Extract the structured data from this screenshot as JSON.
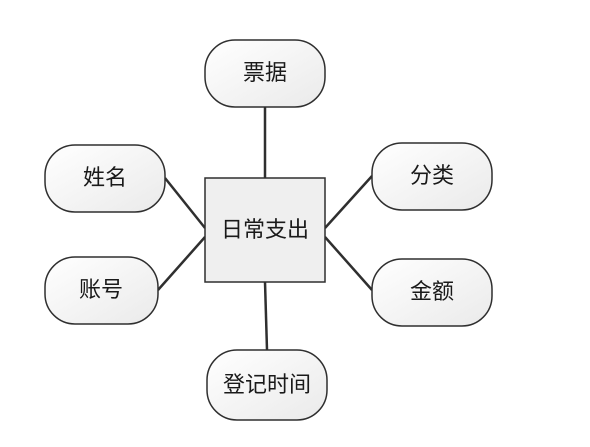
{
  "diagram": {
    "type": "entity-attribute",
    "entity": {
      "id": "entity",
      "label": "日常支出"
    },
    "attributes": [
      {
        "id": "attr-piaoju",
        "label": "票据"
      },
      {
        "id": "attr-xingming",
        "label": "姓名"
      },
      {
        "id": "attr-zhanghao",
        "label": "账号"
      },
      {
        "id": "attr-fenlei",
        "label": "分类"
      },
      {
        "id": "attr-jine",
        "label": "金额"
      },
      {
        "id": "attr-dengjishijian",
        "label": "登记时间"
      }
    ],
    "colors": {
      "entity_fill": "#efefef",
      "attribute_fill": "#f3f3f3",
      "stroke": "#2f2f2f",
      "text": "#1a1a1a",
      "background": "#ffffff"
    }
  }
}
